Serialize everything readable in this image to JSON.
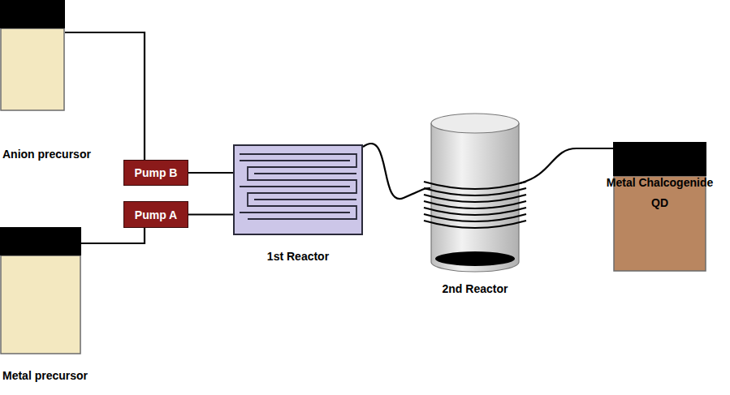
{
  "diagram": {
    "nodes": [
      {
        "text": [
          "Anion precursor"
        ]
      },
      {
        "text": [
          "Metal precursor"
        ]
      },
      {
        "text": [
          "Pump B"
        ]
      },
      {
        "text": [
          "Pump A"
        ]
      },
      {
        "text": [
          "1st Reactor"
        ]
      },
      {
        "text": [
          "2nd Reactor"
        ]
      },
      {
        "text": [
          "Metal Chalcogenide QD"
        ]
      }
    ],
    "edges": [
      {
        "from": 0,
        "to": 2,
        "arrow": "none"
      },
      {
        "from": 1,
        "to": 3,
        "arrow": "none"
      },
      {
        "from": 2,
        "to": 4,
        "arrow": "none"
      },
      {
        "from": 3,
        "to": 4,
        "arrow": "none"
      },
      {
        "from": 4,
        "to": 5,
        "arrow": "none"
      },
      {
        "from": 5,
        "to": 6,
        "arrow": "none"
      }
    ]
  }
}
